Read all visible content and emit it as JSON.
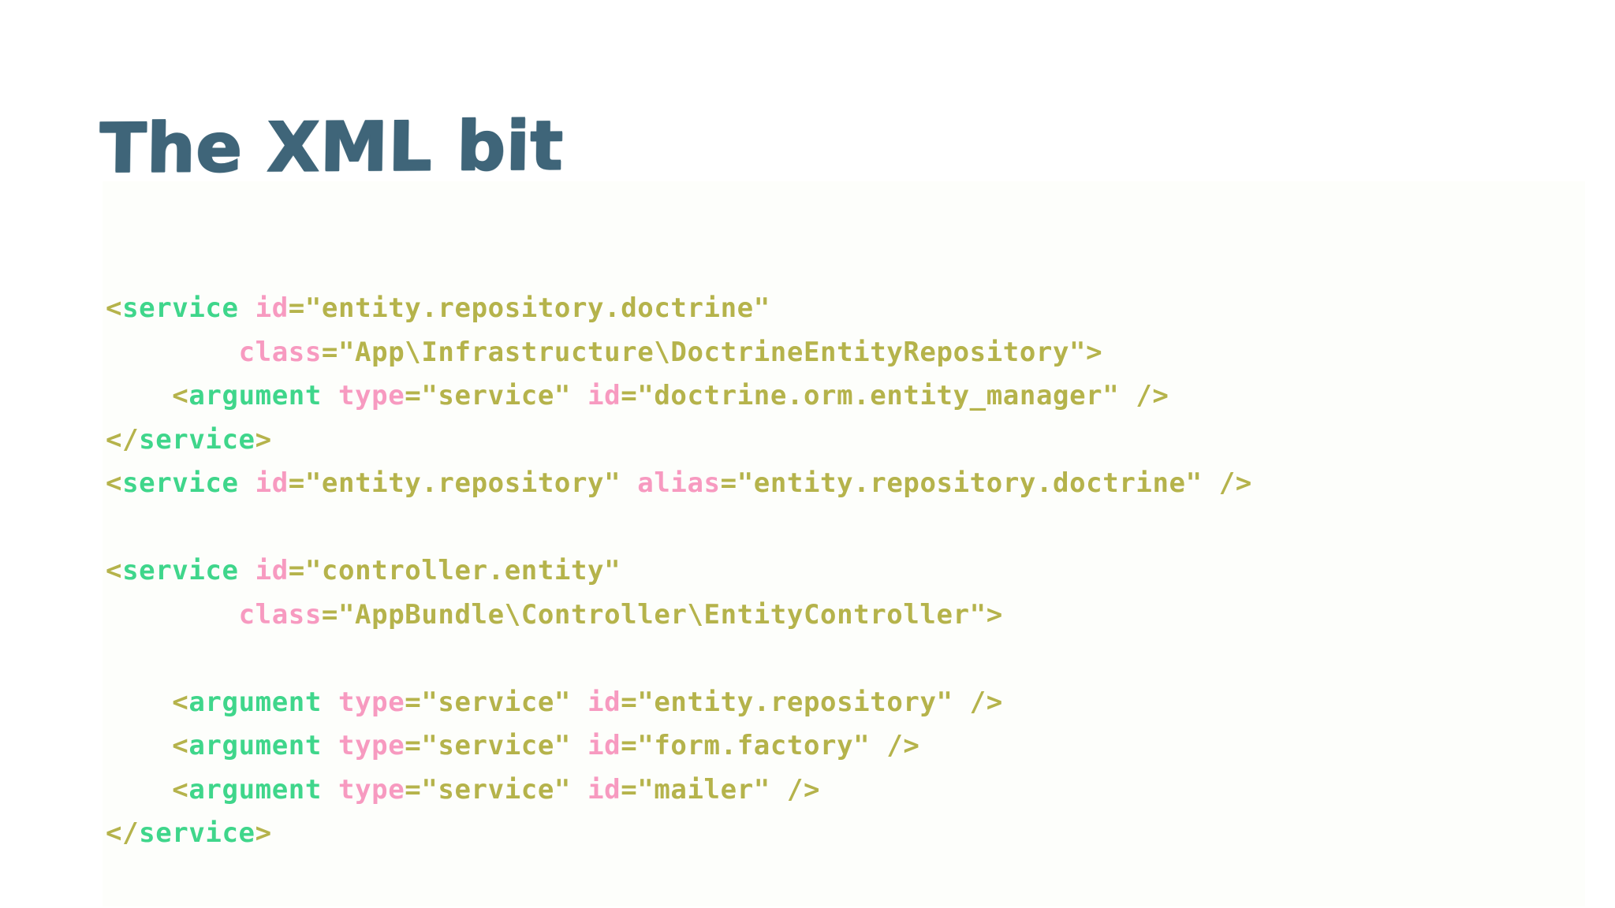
{
  "slide": {
    "title": "The XML bit",
    "title_color": "#3f6579",
    "background_color": "#ffffff"
  },
  "syntax_colors": {
    "punctuation": "#b5b34b",
    "tag_name": "#3fd68b",
    "attribute_name": "#f79ac0",
    "attribute_value": "#b5b34b"
  },
  "code": {
    "language": "xml",
    "lines": [
      {
        "index": 0,
        "text": "<service id=\"entity.repository.doctrine\"",
        "tokens": [
          {
            "type": "punct",
            "text": "<"
          },
          {
            "type": "tag",
            "text": "service"
          },
          {
            "type": "plain",
            "text": " "
          },
          {
            "type": "attr",
            "text": "id"
          },
          {
            "type": "val",
            "text": "=\"entity.repository.doctrine\""
          }
        ]
      },
      {
        "index": 1,
        "text": "        class=\"App\\Infrastructure\\DoctrineEntityRepository\">",
        "tokens": [
          {
            "type": "plain",
            "text": "        "
          },
          {
            "type": "attr",
            "text": "class"
          },
          {
            "type": "val",
            "text": "=\"App\\Infrastructure\\DoctrineEntityRepository\""
          },
          {
            "type": "punct",
            "text": ">"
          }
        ]
      },
      {
        "index": 2,
        "text": "    <argument type=\"service\" id=\"doctrine.orm.entity_manager\" />",
        "tokens": [
          {
            "type": "plain",
            "text": "    "
          },
          {
            "type": "punct",
            "text": "<"
          },
          {
            "type": "tag",
            "text": "argument"
          },
          {
            "type": "plain",
            "text": " "
          },
          {
            "type": "attr",
            "text": "type"
          },
          {
            "type": "val",
            "text": "=\"service\""
          },
          {
            "type": "plain",
            "text": " "
          },
          {
            "type": "attr",
            "text": "id"
          },
          {
            "type": "val",
            "text": "=\"doctrine.orm.entity_manager\""
          },
          {
            "type": "punct",
            "text": " />"
          }
        ]
      },
      {
        "index": 3,
        "text": "</service>",
        "tokens": [
          {
            "type": "punct",
            "text": "</"
          },
          {
            "type": "tag",
            "text": "service"
          },
          {
            "type": "punct",
            "text": ">"
          }
        ]
      },
      {
        "index": 4,
        "text": "<service id=\"entity.repository\" alias=\"entity.repository.doctrine\" />",
        "tokens": [
          {
            "type": "punct",
            "text": "<"
          },
          {
            "type": "tag",
            "text": "service"
          },
          {
            "type": "plain",
            "text": " "
          },
          {
            "type": "attr",
            "text": "id"
          },
          {
            "type": "val",
            "text": "=\"entity.repository\""
          },
          {
            "type": "plain",
            "text": " "
          },
          {
            "type": "attr",
            "text": "alias"
          },
          {
            "type": "val",
            "text": "=\"entity.repository.doctrine\""
          },
          {
            "type": "punct",
            "text": " />"
          }
        ]
      },
      {
        "index": 5,
        "text": "",
        "tokens": []
      },
      {
        "index": 6,
        "text": "<service id=\"controller.entity\"",
        "tokens": [
          {
            "type": "punct",
            "text": "<"
          },
          {
            "type": "tag",
            "text": "service"
          },
          {
            "type": "plain",
            "text": " "
          },
          {
            "type": "attr",
            "text": "id"
          },
          {
            "type": "val",
            "text": "=\"controller.entity\""
          }
        ]
      },
      {
        "index": 7,
        "text": "        class=\"AppBundle\\Controller\\EntityController\">",
        "tokens": [
          {
            "type": "plain",
            "text": "        "
          },
          {
            "type": "attr",
            "text": "class"
          },
          {
            "type": "val",
            "text": "=\"AppBundle\\Controller\\EntityController\""
          },
          {
            "type": "punct",
            "text": ">"
          }
        ]
      },
      {
        "index": 8,
        "text": "",
        "tokens": []
      },
      {
        "index": 9,
        "text": "    <argument type=\"service\" id=\"entity.repository\" />",
        "tokens": [
          {
            "type": "plain",
            "text": "    "
          },
          {
            "type": "punct",
            "text": "<"
          },
          {
            "type": "tag",
            "text": "argument"
          },
          {
            "type": "plain",
            "text": " "
          },
          {
            "type": "attr",
            "text": "type"
          },
          {
            "type": "val",
            "text": "=\"service\""
          },
          {
            "type": "plain",
            "text": " "
          },
          {
            "type": "attr",
            "text": "id"
          },
          {
            "type": "val",
            "text": "=\"entity.repository\""
          },
          {
            "type": "punct",
            "text": " />"
          }
        ]
      },
      {
        "index": 10,
        "text": "    <argument type=\"service\" id=\"form.factory\" />",
        "tokens": [
          {
            "type": "plain",
            "text": "    "
          },
          {
            "type": "punct",
            "text": "<"
          },
          {
            "type": "tag",
            "text": "argument"
          },
          {
            "type": "plain",
            "text": " "
          },
          {
            "type": "attr",
            "text": "type"
          },
          {
            "type": "val",
            "text": "=\"service\""
          },
          {
            "type": "plain",
            "text": " "
          },
          {
            "type": "attr",
            "text": "id"
          },
          {
            "type": "val",
            "text": "=\"form.factory\""
          },
          {
            "type": "punct",
            "text": " />"
          }
        ]
      },
      {
        "index": 11,
        "text": "    <argument type=\"service\" id=\"mailer\" />",
        "tokens": [
          {
            "type": "plain",
            "text": "    "
          },
          {
            "type": "punct",
            "text": "<"
          },
          {
            "type": "tag",
            "text": "argument"
          },
          {
            "type": "plain",
            "text": " "
          },
          {
            "type": "attr",
            "text": "type"
          },
          {
            "type": "val",
            "text": "=\"service\""
          },
          {
            "type": "plain",
            "text": " "
          },
          {
            "type": "attr",
            "text": "id"
          },
          {
            "type": "val",
            "text": "=\"mailer\""
          },
          {
            "type": "punct",
            "text": " />"
          }
        ]
      },
      {
        "index": 12,
        "text": "</service>",
        "tokens": [
          {
            "type": "punct",
            "text": "</"
          },
          {
            "type": "tag",
            "text": "service"
          },
          {
            "type": "punct",
            "text": ">"
          }
        ]
      }
    ]
  }
}
